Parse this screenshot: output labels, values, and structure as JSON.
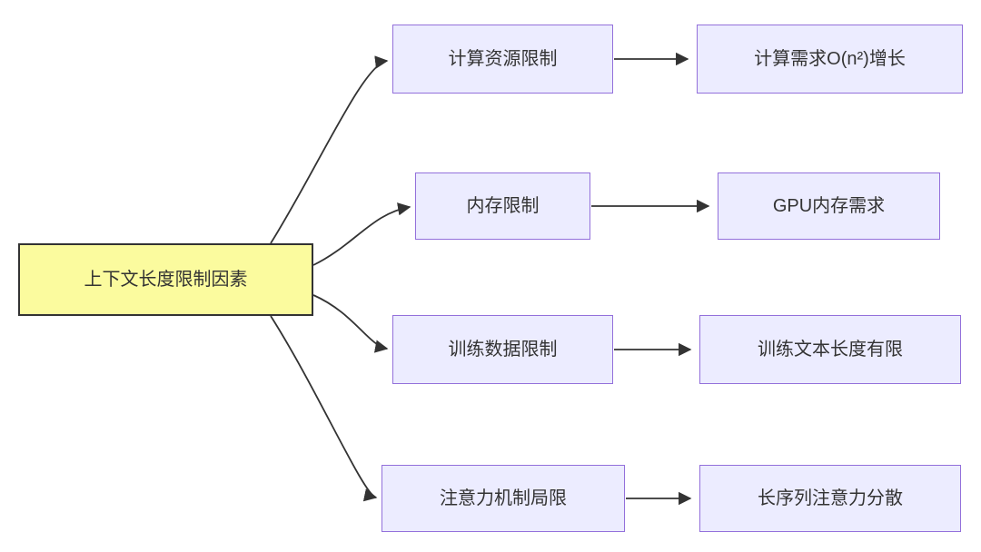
{
  "diagram": {
    "type": "flowchart",
    "root_label": "上下文长度限制因素",
    "branches": [
      {
        "mid_label": "计算资源限制",
        "leaf_label": "计算需求O(n²)增长"
      },
      {
        "mid_label": "内存限制",
        "leaf_label": "GPU内存需求"
      },
      {
        "mid_label": "训练数据限制",
        "leaf_label": "训练文本长度有限"
      },
      {
        "mid_label": "注意力机制局限",
        "leaf_label": "长序列注意力分散"
      }
    ],
    "colors": {
      "root_fill": "#FBFB9E",
      "root_border": "#333333",
      "node_fill": "#ECECFF",
      "node_border": "#9370DB",
      "edge": "#333333",
      "text": "#333333",
      "background": "#FFFFFF"
    }
  }
}
